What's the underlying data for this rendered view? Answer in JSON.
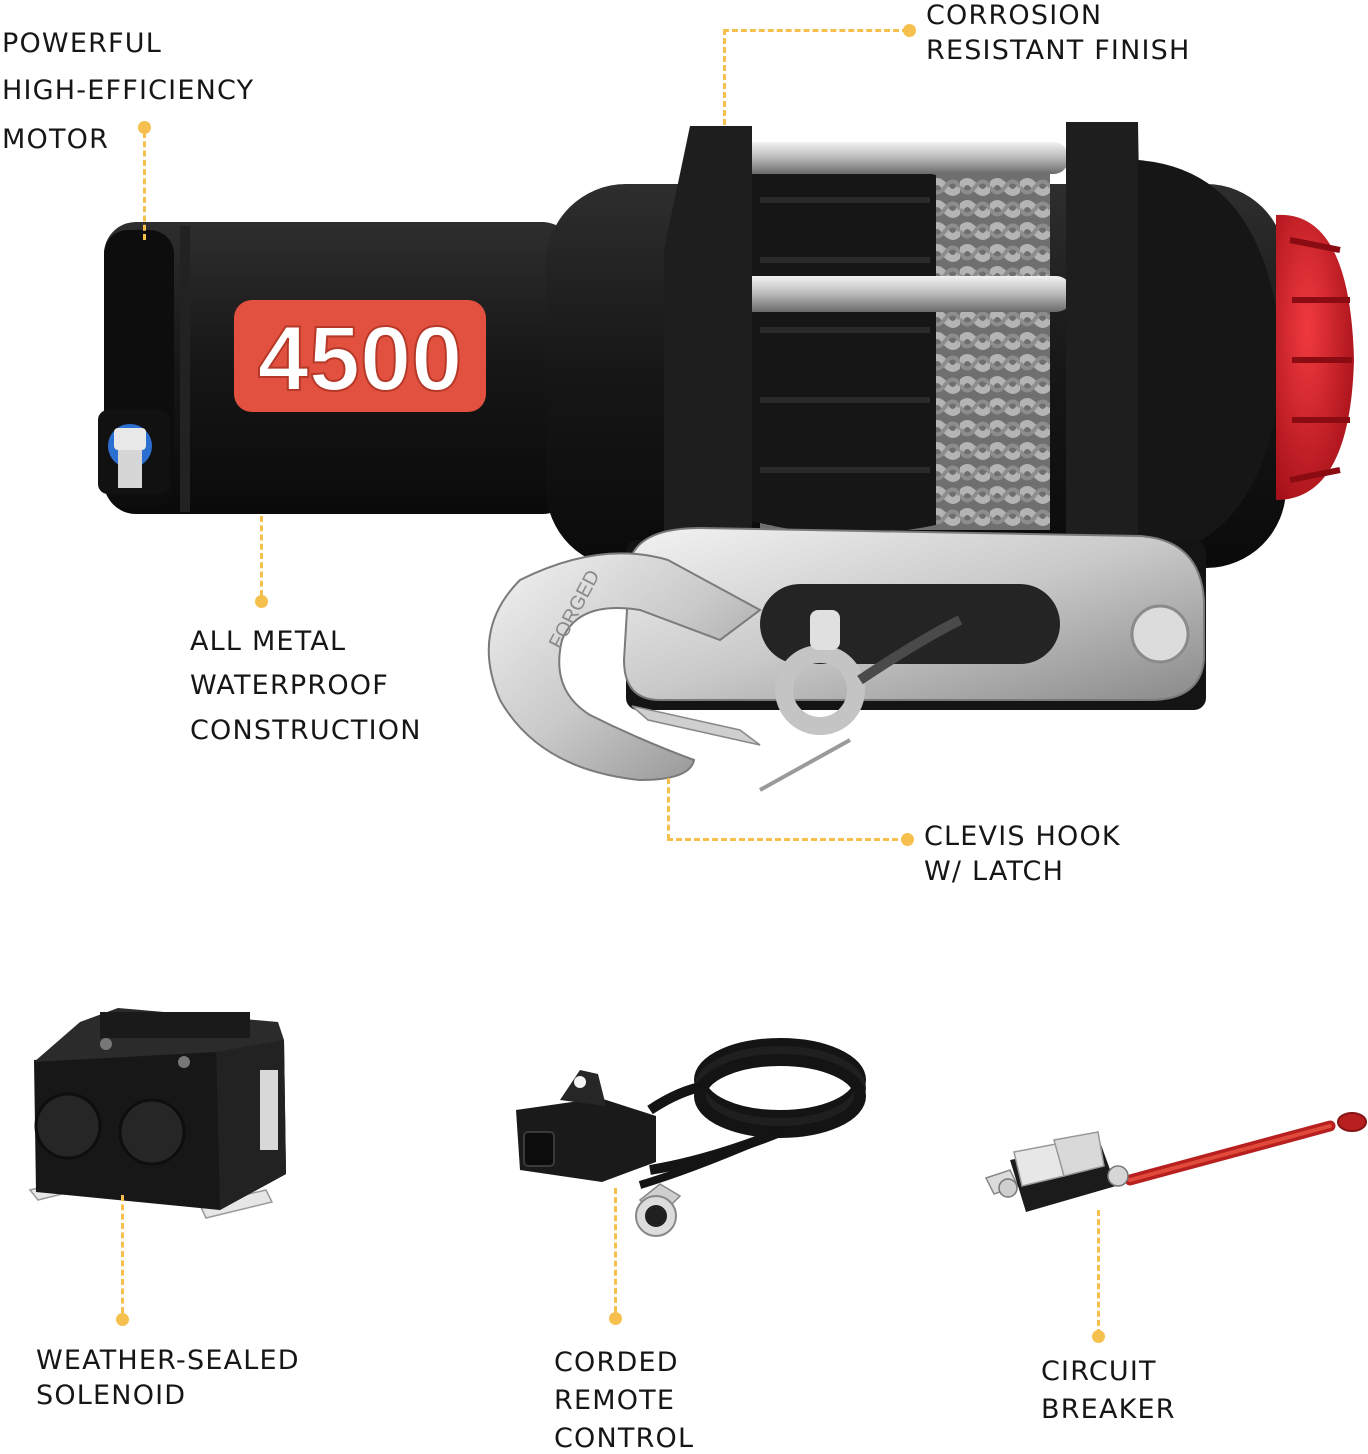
{
  "colors": {
    "accent_dot": "#f6c04e",
    "winch_body": "#1a1a1a",
    "badge_red": "#e2513f",
    "knob_red": "#d8202a"
  },
  "winch": {
    "badge": "4500",
    "hook_stamp": "FORGED"
  },
  "callouts": {
    "motor": [
      "POWERFUL",
      "HIGH-EFFICIENCY",
      "MOTOR"
    ],
    "finish": [
      "CORROSION",
      "RESISTANT FINISH"
    ],
    "construction": [
      "ALL METAL",
      "WATERPROOF",
      "CONSTRUCTION"
    ],
    "hook": [
      "CLEVIS HOOK",
      "W/ LATCH"
    ]
  },
  "accessories": {
    "solenoid": [
      "WEATHER-SEALED",
      "SOLENOID"
    ],
    "remote": [
      "CORDED",
      "REMOTE",
      "CONTROL"
    ],
    "breaker": [
      "CIRCUIT",
      "BREAKER"
    ]
  }
}
